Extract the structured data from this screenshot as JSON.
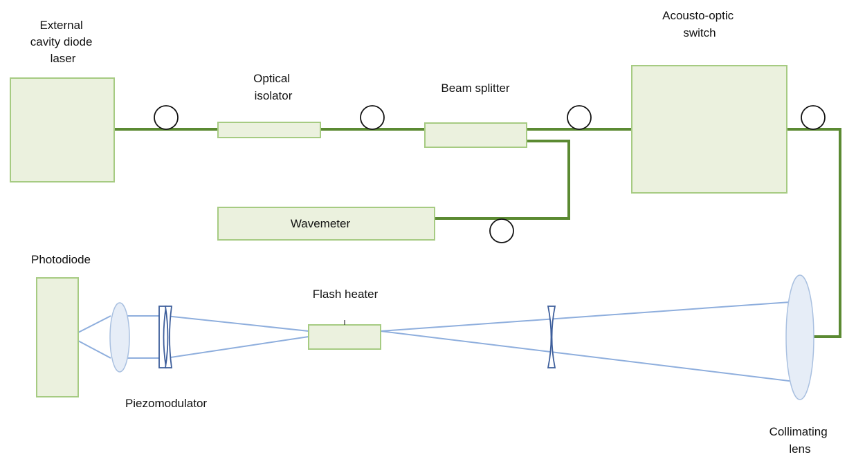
{
  "labels": {
    "laser": [
      "External",
      "cavity diode",
      "laser"
    ],
    "isolator": [
      "Optical",
      "isolator"
    ],
    "splitter": [
      "Beam splitter"
    ],
    "aos": [
      "Acousto-optic",
      "switch"
    ],
    "wavemeter": [
      "Wavemeter"
    ],
    "photodiode": [
      "Photodiode"
    ],
    "flash_heater": [
      "Flash heater"
    ],
    "piezo": [
      "Piezomodulator"
    ],
    "collimating": [
      "Collimating",
      "lens"
    ]
  },
  "colors": {
    "component_fill": "#ebf1de",
    "component_border": "#a6cb82",
    "fiber": "#5b8a32",
    "beam": "#8eaedd",
    "mirror": "#3d5e9b"
  }
}
